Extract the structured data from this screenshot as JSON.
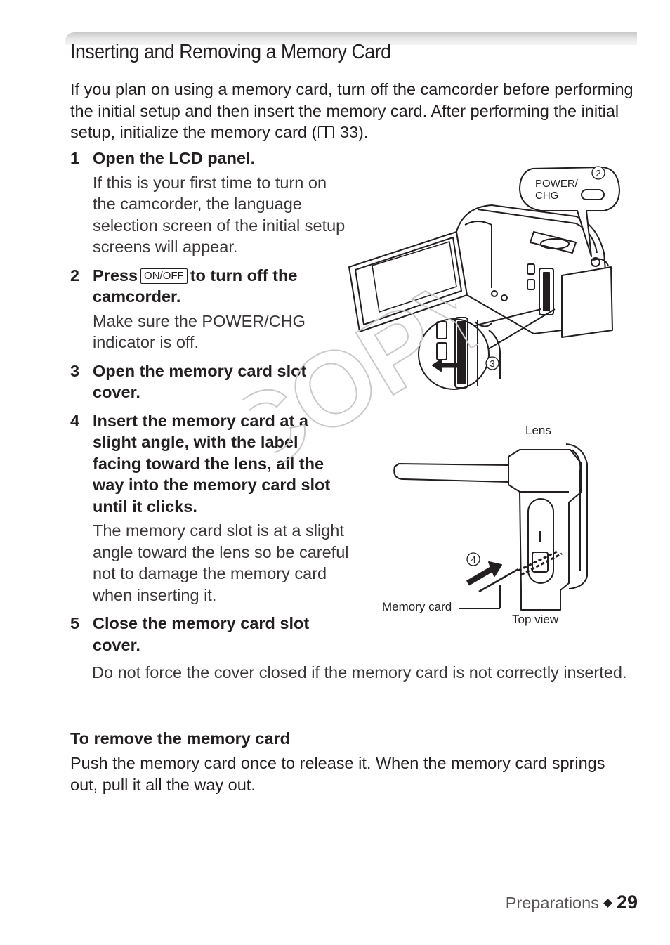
{
  "page": {
    "title": "Inserting and Removing a Memory Card",
    "intro_text": "If you plan on using a memory card, turn off the camcorder before performing the initial setup and then insert the memory card. After performing the initial setup, initialize the memory card (",
    "intro_ref": "33).",
    "steps": [
      {
        "num": "1",
        "title": "Open the LCD panel.",
        "note": "If this is your first time to turn on the camcorder, the language selection screen of the initial setup screens will appear."
      },
      {
        "num": "2",
        "title_pre": "Press",
        "key": "ON/OFF",
        "title_post": "to turn off the camcorder.",
        "note": "Make sure the POWER/CHG indicator is off."
      },
      {
        "num": "3",
        "title": "Open the memory card slot cover.",
        "note": ""
      },
      {
        "num": "4",
        "title": "Insert the memory card at a slight angle, with the label facing toward the lens, all the way into the memory card slot until it clicks.",
        "note": "The memory card slot is at a slight angle toward the lens so be careful not to damage the memory card when inserting it."
      },
      {
        "num": "5",
        "title": "Close the memory card slot cover.",
        "note": "Do not force the cover closed if the memory card is not correctly inserted."
      }
    ],
    "remove_heading": "To remove the memory card",
    "remove_text": "Push the memory card once to release it. When the memory card springs out, pull it all the way out.",
    "footer_section": "Preparations",
    "footer_page": "29",
    "watermark": "COPY",
    "illustration": {
      "power_label_1": "POWER/",
      "power_label_2": "CHG",
      "callout_2": "2",
      "callout_3": "3",
      "callout_4": "4",
      "lens_label": "Lens",
      "memory_card_label": "Memory card",
      "top_view_label": "Top view"
    }
  }
}
